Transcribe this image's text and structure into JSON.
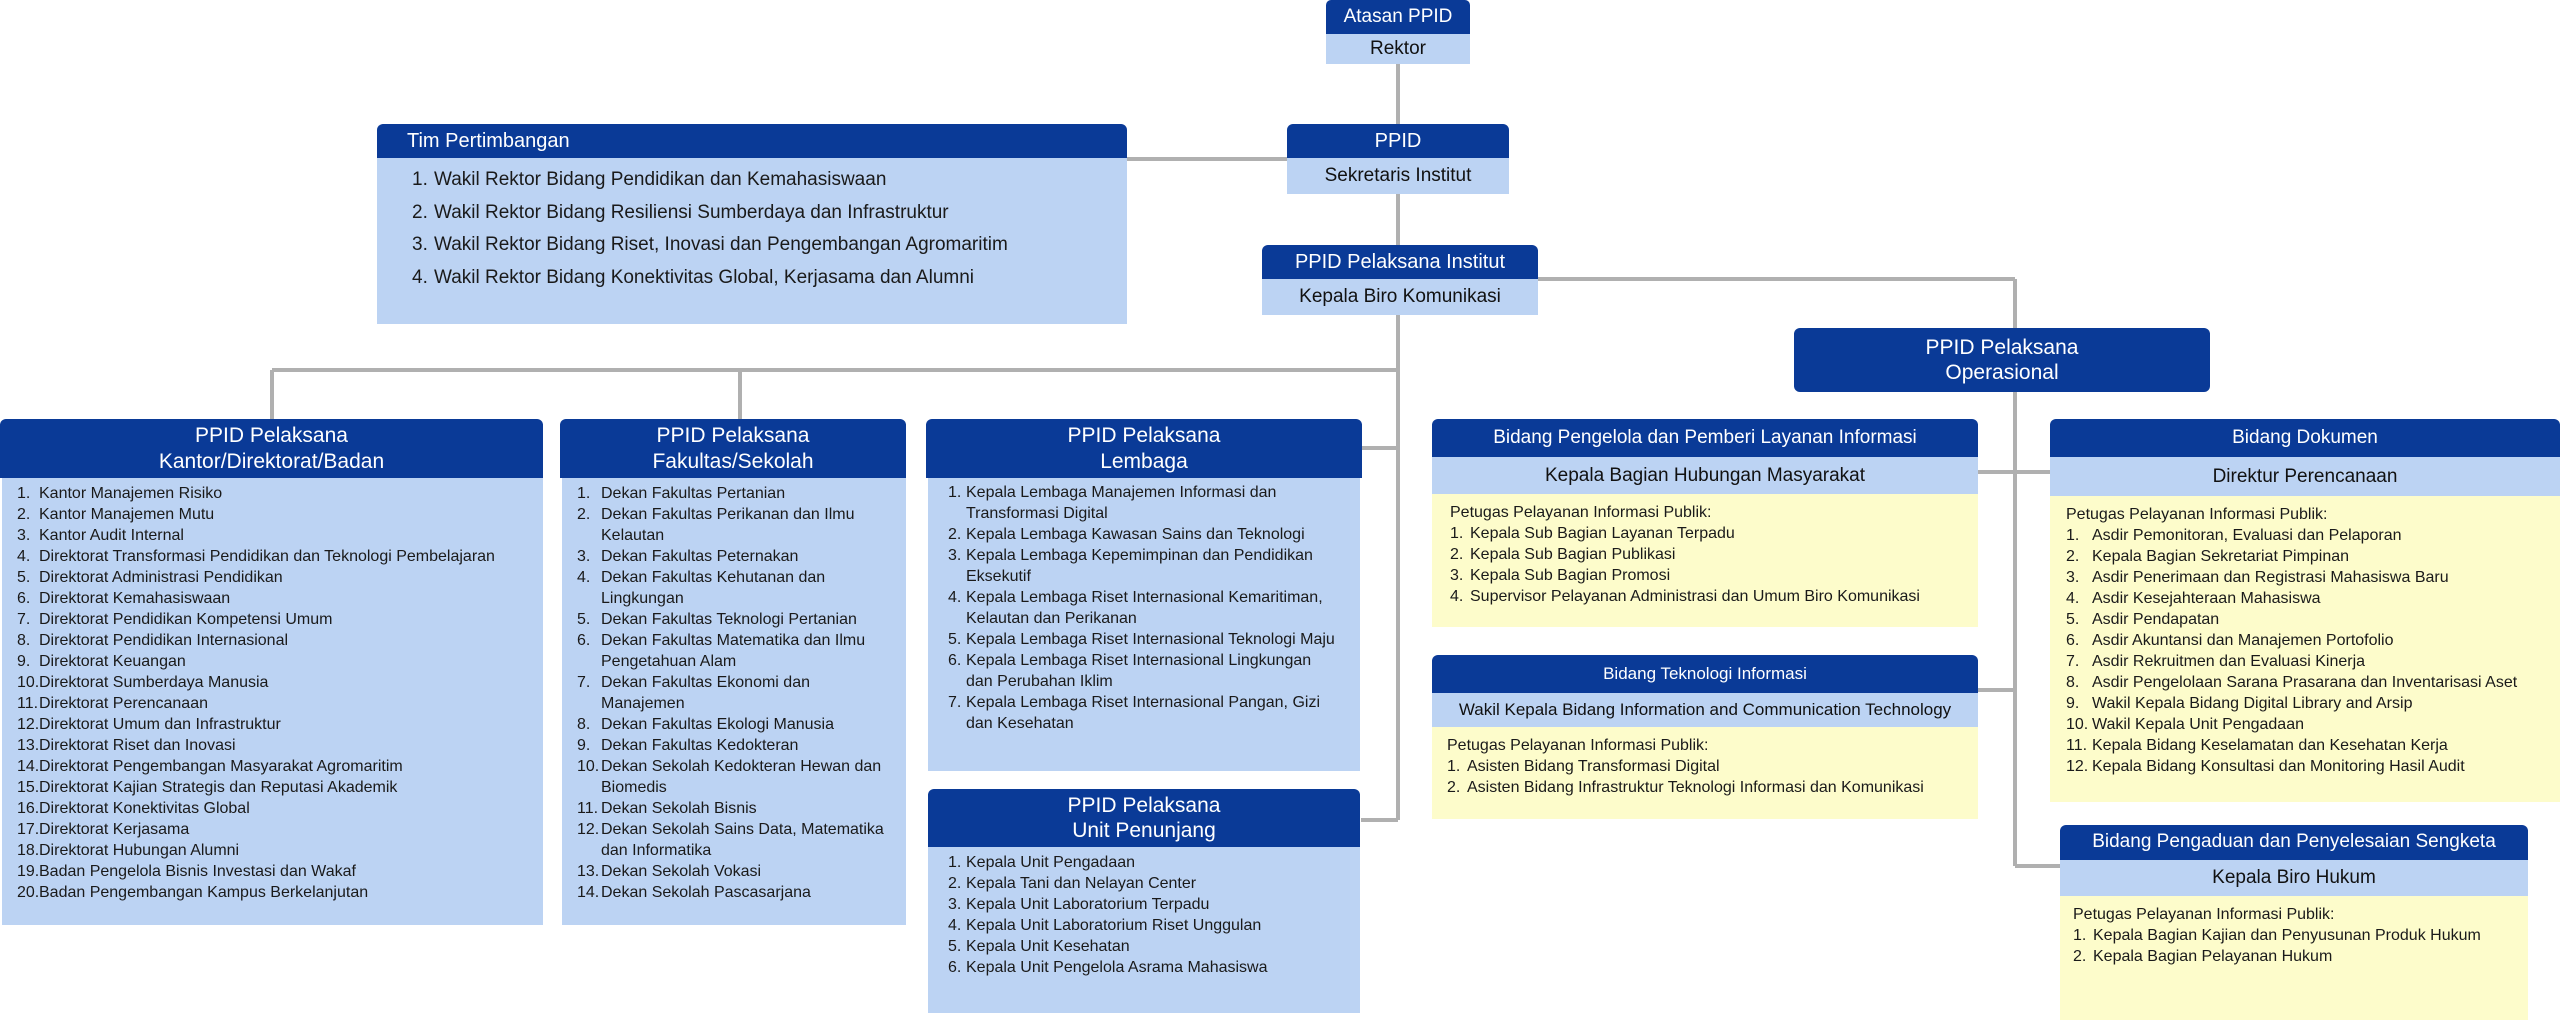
{
  "colors": {
    "header_bg": "#0a3a97",
    "light_bg": "#bcd3f3",
    "yellow_bg": "#fdfccb",
    "connector": "#b0b0b0"
  },
  "atasan": {
    "title": "Atasan PPID",
    "subtitle": "Rektor"
  },
  "ppid": {
    "title": "PPID",
    "subtitle": "Sekretaris Institut"
  },
  "tim": {
    "title": "Tim Pertimbangan",
    "items": [
      "Wakil Rektor Bidang Pendidikan dan Kemahasiswaan",
      "Wakil Rektor Bidang Resiliensi Sumberdaya dan Infrastruktur",
      "Wakil Rektor Bidang Riset, Inovasi dan Pengembangan Agromaritim",
      "Wakil Rektor Bidang Konektivitas Global, Kerjasama dan Alumni"
    ]
  },
  "institut": {
    "title": "PPID Pelaksana Institut",
    "subtitle": "Kepala Biro Komunikasi"
  },
  "operasional": {
    "title_line1": "PPID Pelaksana",
    "title_line2": "Operasional"
  },
  "kantor": {
    "title_line1": "PPID Pelaksana",
    "title_line2": "Kantor/Direktorat/Badan",
    "items": [
      "Kantor Manajemen Risiko",
      "Kantor Manajemen Mutu",
      "Kantor Audit Internal",
      "Direktorat Transformasi Pendidikan dan Teknologi Pembelajaran",
      "Direktorat Administrasi Pendidikan",
      "Direktorat Kemahasiswaan",
      "Direktorat Pendidikan Kompetensi Umum",
      "Direktorat Pendidikan Internasional",
      "Direktorat Keuangan",
      "Direktorat Sumberdaya Manusia",
      "Direktorat Perencanaan",
      "Direktorat Umum dan Infrastruktur",
      "Direktorat Riset dan Inovasi",
      "Direktorat Pengembangan Masyarakat Agromaritim",
      "Direktorat Kajian Strategis dan Reputasi Akademik",
      "Direktorat Konektivitas Global",
      "Direktorat Kerjasama",
      "Direktorat Hubungan Alumni",
      "Badan Pengelola Bisnis Investasi dan Wakaf",
      "Badan Pengembangan Kampus Berkelanjutan"
    ]
  },
  "fakultas": {
    "title_line1": "PPID Pelaksana",
    "title_line2": "Fakultas/Sekolah",
    "items": [
      "Dekan Fakultas Pertanian",
      "Dekan Fakultas Perikanan dan Ilmu Kelautan",
      "Dekan Fakultas Peternakan",
      "Dekan Fakultas Kehutanan dan Lingkungan",
      "Dekan Fakultas Teknologi Pertanian",
      "Dekan Fakultas Matematika dan Ilmu Pengetahuan Alam",
      "Dekan Fakultas Ekonomi dan Manajemen",
      "Dekan Fakultas Ekologi Manusia",
      "Dekan Fakultas Kedokteran",
      "Dekan Sekolah Kedokteran Hewan dan Biomedis",
      "Dekan Sekolah Bisnis",
      "Dekan Sekolah Sains Data, Matematika dan Informatika",
      "Dekan Sekolah Vokasi",
      "Dekan Sekolah Pascasarjana"
    ]
  },
  "lembaga": {
    "title_line1": "PPID Pelaksana",
    "title_line2": "Lembaga",
    "items": [
      "Kepala Lembaga Manajemen Informasi dan Transformasi Digital",
      "Kepala Lembaga Kawasan Sains dan Teknologi",
      "Kepala Lembaga Kepemimpinan dan Pendidikan Eksekutif",
      "Kepala Lembaga Riset Internasional Kemaritiman, Kelautan dan Perikanan",
      "Kepala Lembaga Riset Internasional Teknologi Maju",
      "Kepala Lembaga Riset Internasional Lingkungan dan Perubahan Iklim",
      "Kepala Lembaga Riset Internasional Pangan, Gizi dan Kesehatan"
    ]
  },
  "penunjang": {
    "title_line1": "PPID Pelaksana",
    "title_line2": "Unit Penunjang",
    "items": [
      "Kepala Unit Pengadaan",
      "Kepala Tani dan Nelayan Center",
      "Kepala Unit Laboratorium Terpadu",
      "Kepala Unit Laboratorium Riset Unggulan",
      "Kepala Unit Kesehatan",
      "Kepala Unit Pengelola Asrama Mahasiswa"
    ]
  },
  "bidang_layanan": {
    "title": "Bidang Pengelola dan Pemberi Layanan Informasi",
    "subtitle": "Kepala Bagian Hubungan Masyarakat",
    "petugas_label": "Petugas Pelayanan Informasi Publik:",
    "items": [
      "Kepala Sub Bagian Layanan Terpadu",
      "Kepala Sub Bagian Publikasi",
      "Kepala Sub Bagian Promosi",
      "Supervisor Pelayanan Administrasi dan Umum Biro Komunikasi"
    ]
  },
  "bidang_ti": {
    "title": "Bidang Teknologi Informasi",
    "subtitle": "Wakil Kepala Bidang Information and Communication Technology",
    "petugas_label": "Petugas Pelayanan Informasi Publik:",
    "items": [
      "Asisten Bidang Transformasi Digital",
      "Asisten Bidang Infrastruktur Teknologi Informasi dan Komunikasi"
    ]
  },
  "bidang_dokumen": {
    "title": "Bidang Dokumen",
    "subtitle": "Direktur Perencanaan",
    "petugas_label": "Petugas Pelayanan Informasi Publik:",
    "items": [
      "Asdir Pemonitoran, Evaluasi dan Pelaporan",
      "Kepala Bagian Sekretariat Pimpinan",
      "Asdir Penerimaan dan Registrasi Mahasiswa Baru",
      "Asdir Kesejahteraan Mahasiswa",
      "Asdir Pendapatan",
      "Asdir Akuntansi dan Manajemen Portofolio",
      "Asdir Rekruitmen dan Evaluasi Kinerja",
      "Asdir Pengelolaan Sarana Prasarana dan Inventarisasi Aset",
      "Wakil Kepala Bidang Digital Library and Arsip",
      "Wakil Kepala Unit Pengadaan",
      "Kepala Bidang Keselamatan dan Kesehatan Kerja",
      "Kepala Bidang Konsultasi dan Monitoring Hasil Audit"
    ]
  },
  "bidang_hukum": {
    "title": "Bidang Pengaduan dan Penyelesaian Sengketa",
    "subtitle": "Kepala Biro Hukum",
    "petugas_label": "Petugas Pelayanan Informasi Publik:",
    "items": [
      "Kepala Bagian Kajian dan Penyusunan Produk Hukum",
      "Kepala Bagian Pelayanan Hukum"
    ]
  }
}
